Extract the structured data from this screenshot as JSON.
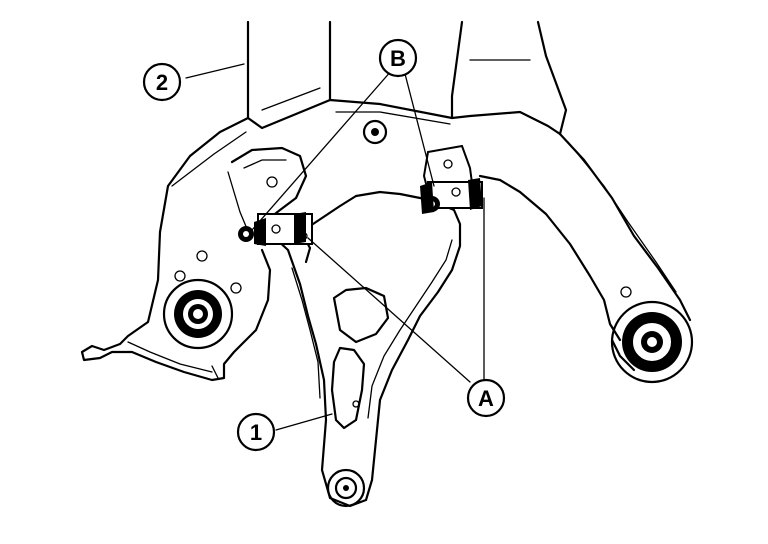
{
  "callouts": {
    "part_1": "1",
    "part_2": "2",
    "label_a": "A",
    "label_b": "B"
  }
}
